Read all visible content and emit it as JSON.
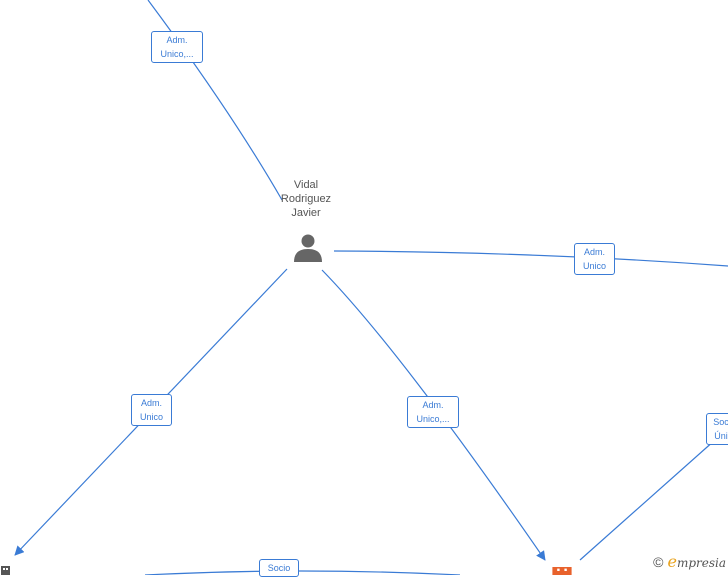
{
  "person": {
    "name": "Vidal\nRodriguez\nJavier",
    "icon": "person-icon"
  },
  "edges": [
    {
      "label": "Adm.\nUnico,..."
    },
    {
      "label": "Adm.\nUnico"
    },
    {
      "label": "Adm.\nUnico"
    },
    {
      "label": "Adm.\nUnico,..."
    },
    {
      "label": "Soc\nÚni"
    },
    {
      "label": "Socio"
    }
  ],
  "companies": [
    {
      "icon": "building-icon",
      "color": "#555555"
    },
    {
      "icon": "building-icon",
      "color": "#e8622c"
    }
  ],
  "footer": {
    "copyright_symbol": "©",
    "brand_first": "e",
    "brand_rest": "mpresia"
  },
  "colors": {
    "edge": "#3a7bd5",
    "label_text": "#3a7bd5",
    "person": "#666666",
    "brand_accent": "#e8a21c"
  }
}
